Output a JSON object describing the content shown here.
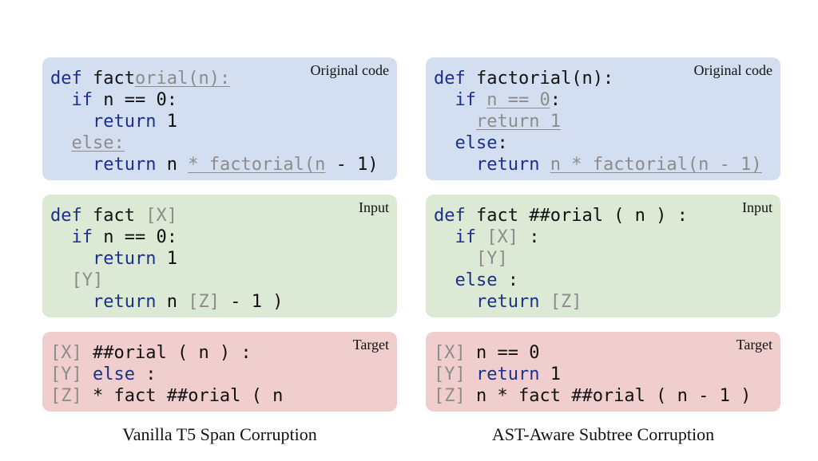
{
  "columns": [
    {
      "caption": "Vanilla T5 Span Corruption",
      "boxes": [
        {
          "label": "Original code",
          "lines": [
            [
              {
                "t": "def",
                "c": "kw"
              },
              {
                "t": " fact"
              },
              {
                "t": "orial(n):",
                "c": "mask"
              }
            ],
            [
              {
                "t": "  "
              },
              {
                "t": "if",
                "c": "kw"
              },
              {
                "t": " n == 0:"
              }
            ],
            [
              {
                "t": "    "
              },
              {
                "t": "return",
                "c": "kw"
              },
              {
                "t": " 1"
              }
            ],
            [
              {
                "t": "  "
              },
              {
                "t": "else:",
                "c": "mask"
              }
            ],
            [
              {
                "t": "    "
              },
              {
                "t": "return",
                "c": "kw"
              },
              {
                "t": " n "
              },
              {
                "t": "* factorial(n",
                "c": "mask"
              },
              {
                "t": " - 1)"
              }
            ]
          ]
        },
        {
          "label": "Input",
          "lines": [
            [
              {
                "t": "def",
                "c": "kw"
              },
              {
                "t": " fact "
              },
              {
                "t": "[X]",
                "c": "ph"
              }
            ],
            [
              {
                "t": "  "
              },
              {
                "t": "if",
                "c": "kw"
              },
              {
                "t": " n == 0:"
              }
            ],
            [
              {
                "t": "    "
              },
              {
                "t": "return",
                "c": "kw"
              },
              {
                "t": " 1"
              }
            ],
            [
              {
                "t": "  "
              },
              {
                "t": "[Y]",
                "c": "ph"
              }
            ],
            [
              {
                "t": "    "
              },
              {
                "t": "return",
                "c": "kw"
              },
              {
                "t": " n "
              },
              {
                "t": "[Z]",
                "c": "ph"
              },
              {
                "t": " - 1 )"
              }
            ]
          ]
        },
        {
          "label": "Target",
          "lines": [
            [
              {
                "t": "[X]",
                "c": "ph"
              },
              {
                "t": " ##orial ( n ) :"
              }
            ],
            [
              {
                "t": "[Y]",
                "c": "ph"
              },
              {
                "t": " "
              },
              {
                "t": "else",
                "c": "kw"
              },
              {
                "t": " :"
              }
            ],
            [
              {
                "t": "[Z]",
                "c": "ph"
              },
              {
                "t": " * fact ##orial ( n"
              }
            ]
          ]
        }
      ]
    },
    {
      "caption": "AST-Aware Subtree Corruption",
      "boxes": [
        {
          "label": "Original code",
          "lines": [
            [
              {
                "t": "def",
                "c": "kw"
              },
              {
                "t": " factorial(n):"
              }
            ],
            [
              {
                "t": "  "
              },
              {
                "t": "if",
                "c": "kw"
              },
              {
                "t": " "
              },
              {
                "t": "n == 0",
                "c": "mask"
              },
              {
                "t": ":"
              }
            ],
            [
              {
                "t": "    "
              },
              {
                "t": "return 1",
                "c": "mask"
              }
            ],
            [
              {
                "t": "  "
              },
              {
                "t": "else",
                "c": "kw"
              },
              {
                "t": ":"
              }
            ],
            [
              {
                "t": "    "
              },
              {
                "t": "return",
                "c": "kw"
              },
              {
                "t": " "
              },
              {
                "t": "n * factorial(n - 1)",
                "c": "mask"
              }
            ]
          ]
        },
        {
          "label": "Input",
          "lines": [
            [
              {
                "t": "def",
                "c": "kw"
              },
              {
                "t": " fact ##orial ( n ) :"
              }
            ],
            [
              {
                "t": "  "
              },
              {
                "t": "if",
                "c": "kw"
              },
              {
                "t": " "
              },
              {
                "t": "[X]",
                "c": "ph"
              },
              {
                "t": " :"
              }
            ],
            [
              {
                "t": "    "
              },
              {
                "t": "[Y]",
                "c": "ph"
              }
            ],
            [
              {
                "t": "  "
              },
              {
                "t": "else",
                "c": "kw"
              },
              {
                "t": " :"
              }
            ],
            [
              {
                "t": "    "
              },
              {
                "t": "return",
                "c": "kw"
              },
              {
                "t": " "
              },
              {
                "t": "[Z]",
                "c": "ph"
              }
            ]
          ]
        },
        {
          "label": "Target",
          "lines": [
            [
              {
                "t": "[X]",
                "c": "ph"
              },
              {
                "t": " n == 0"
              }
            ],
            [
              {
                "t": "[Y]",
                "c": "ph"
              },
              {
                "t": " "
              },
              {
                "t": "return",
                "c": "kw"
              },
              {
                "t": " 1"
              }
            ],
            [
              {
                "t": "[Z]",
                "c": "ph"
              },
              {
                "t": " n * fact ##orial ( n - 1 )"
              }
            ]
          ]
        }
      ]
    }
  ],
  "colors": {
    "original_bg": "#d3def0",
    "input_bg": "#dce9d5",
    "target_bg": "#f0cece",
    "keyword": "#1c2f8a",
    "masked": "#8c8c8c"
  }
}
